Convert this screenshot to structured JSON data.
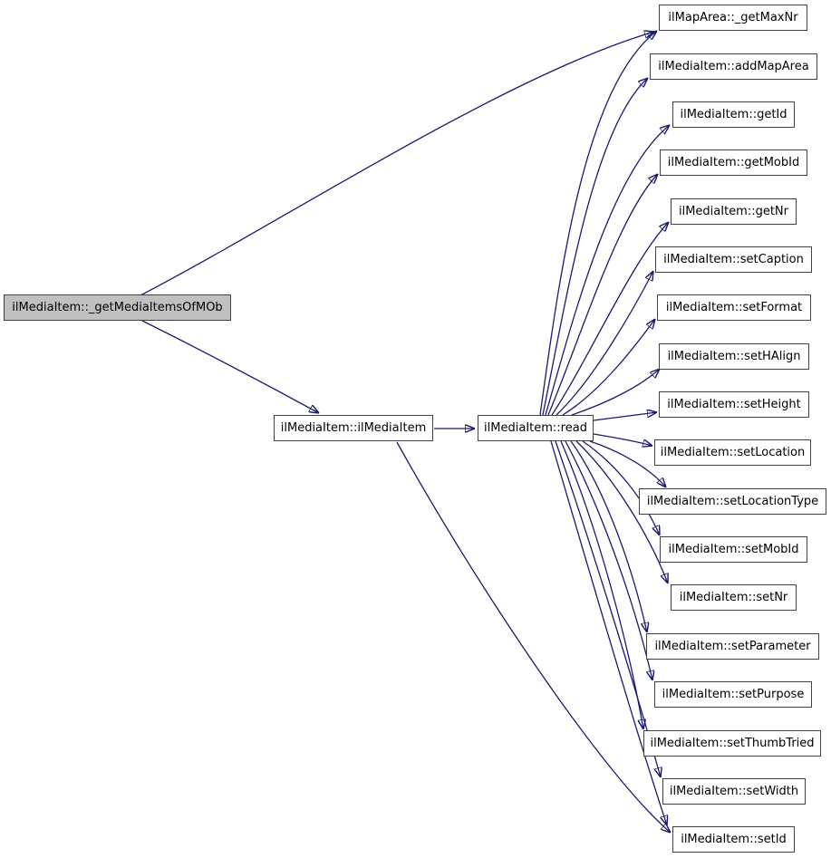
{
  "diagram": {
    "type": "call-graph",
    "colors": {
      "edge": "#191970",
      "node_border": "#404040",
      "node_fill": "#ffffff",
      "root_fill": "#c0c0c0",
      "background": "#ffffff",
      "text": "#000000"
    },
    "nodes": [
      {
        "label": "ilMediaItem::_getMediaItemsOfMOb",
        "role": "root"
      },
      {
        "label": "ilMediaItem::ilMediaItem"
      },
      {
        "label": "ilMediaItem::read"
      },
      {
        "label": "ilMapArea::_getMaxNr"
      },
      {
        "label": "ilMediaItem::addMapArea"
      },
      {
        "label": "ilMediaItem::getId"
      },
      {
        "label": "ilMediaItem::getMobId"
      },
      {
        "label": "ilMediaItem::getNr"
      },
      {
        "label": "ilMediaItem::setCaption"
      },
      {
        "label": "ilMediaItem::setFormat"
      },
      {
        "label": "ilMediaItem::setHAlign"
      },
      {
        "label": "ilMediaItem::setHeight"
      },
      {
        "label": "ilMediaItem::setLocation"
      },
      {
        "label": "ilMediaItem::setLocationType"
      },
      {
        "label": "ilMediaItem::setMobId"
      },
      {
        "label": "ilMediaItem::setNr"
      },
      {
        "label": "ilMediaItem::setParameter"
      },
      {
        "label": "ilMediaItem::setPurpose"
      },
      {
        "label": "ilMediaItem::setThumbTried"
      },
      {
        "label": "ilMediaItem::setWidth"
      },
      {
        "label": "ilMediaItem::setId"
      }
    ],
    "edges": [
      {
        "from": "ilMediaItem::_getMediaItemsOfMOb",
        "to": "ilMapArea::_getMaxNr"
      },
      {
        "from": "ilMediaItem::_getMediaItemsOfMOb",
        "to": "ilMediaItem::ilMediaItem"
      },
      {
        "from": "ilMediaItem::ilMediaItem",
        "to": "ilMediaItem::read"
      },
      {
        "from": "ilMediaItem::ilMediaItem",
        "to": "ilMediaItem::setId"
      },
      {
        "from": "ilMediaItem::read",
        "to": "ilMapArea::_getMaxNr"
      },
      {
        "from": "ilMediaItem::read",
        "to": "ilMediaItem::addMapArea"
      },
      {
        "from": "ilMediaItem::read",
        "to": "ilMediaItem::getId"
      },
      {
        "from": "ilMediaItem::read",
        "to": "ilMediaItem::getMobId"
      },
      {
        "from": "ilMediaItem::read",
        "to": "ilMediaItem::getNr"
      },
      {
        "from": "ilMediaItem::read",
        "to": "ilMediaItem::setCaption"
      },
      {
        "from": "ilMediaItem::read",
        "to": "ilMediaItem::setFormat"
      },
      {
        "from": "ilMediaItem::read",
        "to": "ilMediaItem::setHAlign"
      },
      {
        "from": "ilMediaItem::read",
        "to": "ilMediaItem::setHeight"
      },
      {
        "from": "ilMediaItem::read",
        "to": "ilMediaItem::setLocation"
      },
      {
        "from": "ilMediaItem::read",
        "to": "ilMediaItem::setLocationType"
      },
      {
        "from": "ilMediaItem::read",
        "to": "ilMediaItem::setMobId"
      },
      {
        "from": "ilMediaItem::read",
        "to": "ilMediaItem::setNr"
      },
      {
        "from": "ilMediaItem::read",
        "to": "ilMediaItem::setParameter"
      },
      {
        "from": "ilMediaItem::read",
        "to": "ilMediaItem::setPurpose"
      },
      {
        "from": "ilMediaItem::read",
        "to": "ilMediaItem::setThumbTried"
      },
      {
        "from": "ilMediaItem::read",
        "to": "ilMediaItem::setWidth"
      },
      {
        "from": "ilMediaItem::read",
        "to": "ilMediaItem::setId"
      }
    ]
  }
}
